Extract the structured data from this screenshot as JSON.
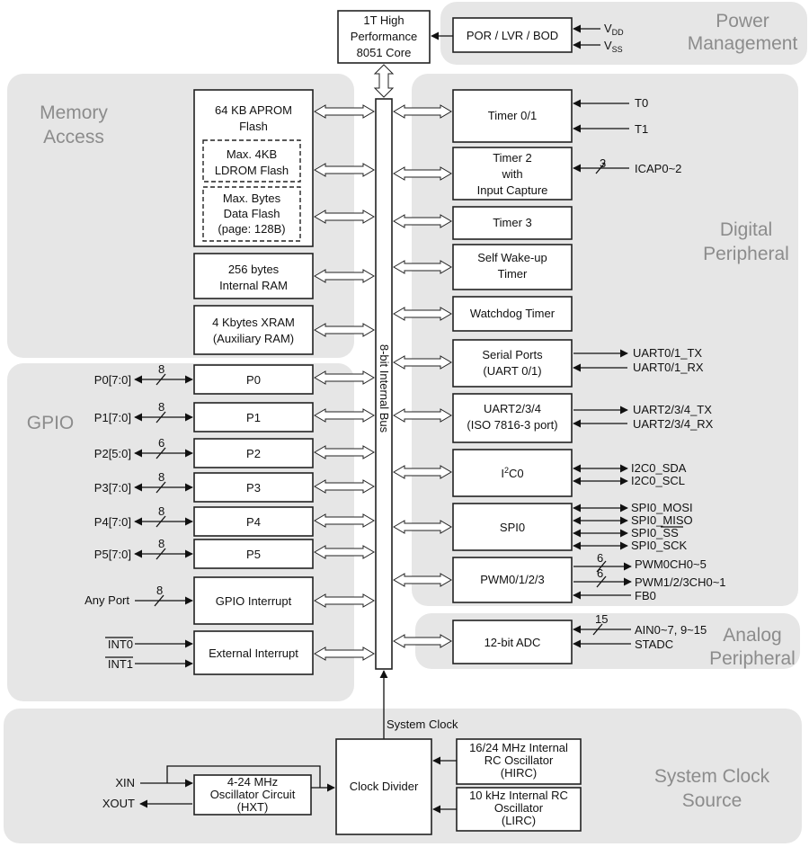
{
  "regions": {
    "power": "Power\nManagement",
    "memory": "Memory\nAccess",
    "digital": "Digital\nPeripheral",
    "gpio": "GPIO",
    "analog": "Analog\nPeripheral",
    "clock": "System Clock\nSource"
  },
  "core": "1T High\nPerformance\n8051 Core",
  "por": "POR / LVR / BOD",
  "vdd": {
    "main": "V",
    "sub": "DD"
  },
  "vss": {
    "main": "V",
    "sub": "SS"
  },
  "bus": "8-bit Internal Bus",
  "memory": {
    "aprom": "64 KB APROM\nFlash",
    "ldrom": "Max. 4KB\nLDROM Flash",
    "dataflash": "Max.  Bytes\nData Flash\n(page: 128B)",
    "iram": "256 bytes\nInternal RAM",
    "xram": "4 Kbytes XRAM\n(Auxiliary RAM)"
  },
  "digital": {
    "timer01": "Timer 0/1",
    "t0": "T0",
    "t1": "T1",
    "timer2": "Timer 2\nwith\nInput Capture",
    "icap": "ICAP0~2",
    "icap_n": "3",
    "timer3": "Timer 3",
    "wkt": "Self Wake-up\nTimer",
    "wdt": "Watchdog Timer",
    "uart01": "Serial Ports\n(UART 0/1)",
    "uart01_tx": "UART0/1_TX",
    "uart01_rx": "UART0/1_RX",
    "uart234": "UART2/3/4\n(ISO 7816-3 port)",
    "uart234_tx": "UART2/3/4_TX",
    "uart234_rx": "UART2/3/4_RX",
    "i2c_a": "I",
    "i2c_sup": "2",
    "i2c_b": "C0",
    "i2c_sda": "I2C0_SDA",
    "i2c_scl": "I2C0_SCL",
    "spi": "SPI0",
    "spi_mosi": "SPI0_MOSI",
    "spi_miso": "SPI0_MISO",
    "spi_ss": "SPI0_SS",
    "spi_sck": "SPI0_SCK",
    "pwm": "PWM0/1/2/3",
    "pwm0": "PWM0CH0~5",
    "pwm0_n": "6",
    "pwm1": "PWM1/2/3CH0~1",
    "pwm1_n": "6",
    "fb0": "FB0"
  },
  "analog": {
    "adc": "12-bit ADC",
    "ain": "AIN0~7, 9~15",
    "ain_n": "15",
    "stadc": "STADC"
  },
  "gpio": {
    "ports": [
      {
        "box": "P0",
        "pin": "P0[7:0]",
        "n": "8"
      },
      {
        "box": "P1",
        "pin": "P1[7:0]",
        "n": "8"
      },
      {
        "box": "P2",
        "pin": "P2[5:0]",
        "n": "6"
      },
      {
        "box": "P3",
        "pin": "P3[7:0]",
        "n": "8"
      },
      {
        "box": "P4",
        "pin": "P4[7:0]",
        "n": "8"
      },
      {
        "box": "P5",
        "pin": "P5[7:0]",
        "n": "8"
      }
    ],
    "gpio_int": "GPIO Interrupt",
    "any_port": "Any Port",
    "any_n": "8",
    "ext_int": "External Interrupt",
    "int0": "INT0",
    "int1": "INT1"
  },
  "clock": {
    "system_clock": "System Clock",
    "divider": "Clock Divider",
    "hxt": "4-24 MHz\nOscillator Circuit\n(HXT)",
    "hirc": "16/24 MHz Internal\nRC Oscillator\n(HIRC)",
    "lirc": "10 kHz Internal RC\nOscillator\n(LIRC)",
    "xin": "XIN",
    "xout": "XOUT"
  }
}
